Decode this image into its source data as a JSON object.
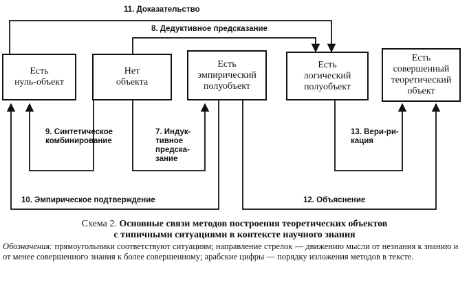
{
  "boxes": {
    "null_object": "Есть\nнуль-объект",
    "no_object": "Нет\nобъекта",
    "empirical_semiobject": "Есть\nэмпирический\nполуобъект",
    "logical_semiobject": "Есть\nлогический\nполуобъект",
    "perfect_object": "Есть\nсовершенный\nтеоретический\nобъект"
  },
  "arrows": {
    "a7": "7. Индук-\nтивное\nпредска-\nзание",
    "a8": "8. Дедуктивное предсказание",
    "a9": "9. Синтетическое\nкомбинирование",
    "a10": "10. Эмпирическое подтверждение",
    "a11": "11. Доказательство",
    "a12": "12. Объяснение",
    "a13": "13. Вери-ри-\nкация"
  },
  "caption": {
    "prefix": "Схема 2. ",
    "line1": "Основные связи методов построения теоретических объектов",
    "line2": "с типичными ситуациями в контексте научного знания"
  },
  "notes": {
    "label": "Обозначения:",
    "text": " прямоугольники соответствуют ситуациям; направление стрелок — движению мысли от незнания к знанию и от менее совершенного знания к более совершенному; арабские цифры — порядку изложения методов в тексте."
  }
}
